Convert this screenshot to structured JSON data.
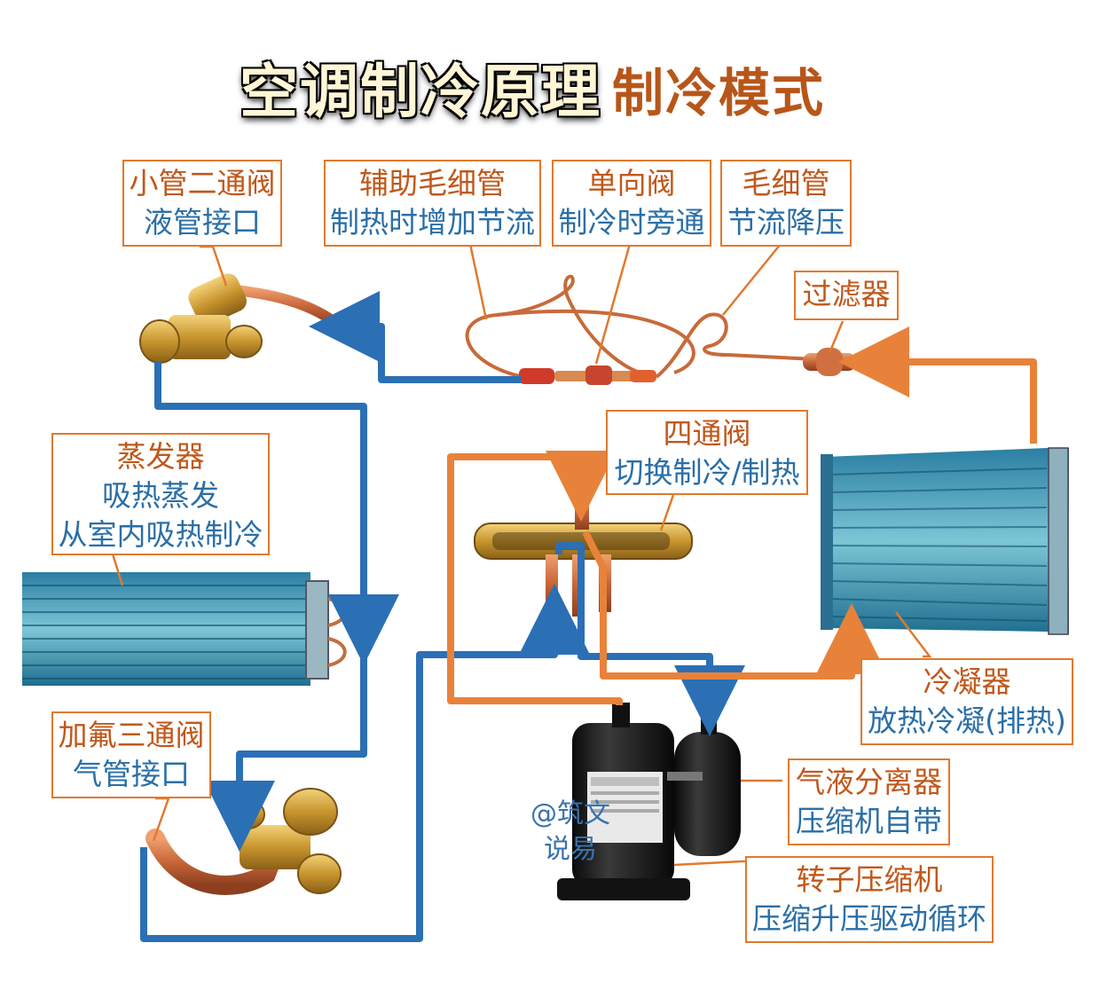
{
  "title": {
    "main": "空调制冷原理",
    "sub": "制冷模式"
  },
  "labels": {
    "two_way_valve": {
      "line1": "小管二通阀",
      "line2": "液管接口"
    },
    "aux_capillary": {
      "line1": "辅助毛细管",
      "line2": "制热时增加节流"
    },
    "check_valve": {
      "line1": "单向阀",
      "line2": "制冷时旁通"
    },
    "capillary": {
      "line1": "毛细管",
      "line2": "节流降压"
    },
    "filter": {
      "line1": "过滤器"
    },
    "four_way_valve": {
      "line1": "四通阀",
      "line2": "切换制冷/制热"
    },
    "evaporator": {
      "line1": "蒸发器",
      "line2": "吸热蒸发",
      "line3": "从室内吸热制冷"
    },
    "condenser": {
      "line1": "冷凝器",
      "line2": "放热冷凝(排热)"
    },
    "three_way_valve": {
      "line1": "加氟三通阀",
      "line2": "气管接口"
    },
    "separator": {
      "line1": "气液分离器",
      "line2": "压缩机自带"
    },
    "compressor": {
      "line1": "转子压缩机",
      "line2": "压缩升压驱动循环"
    }
  },
  "watermark": {
    "line1": "@筑文",
    "line2": "说易"
  },
  "colors": {
    "blue_pipe": "#2b6fb5",
    "orange_pipe": "#e8823a",
    "label_border": "#e07a2e",
    "label_title": "#c0581b",
    "label_text": "#2b6fa6"
  }
}
